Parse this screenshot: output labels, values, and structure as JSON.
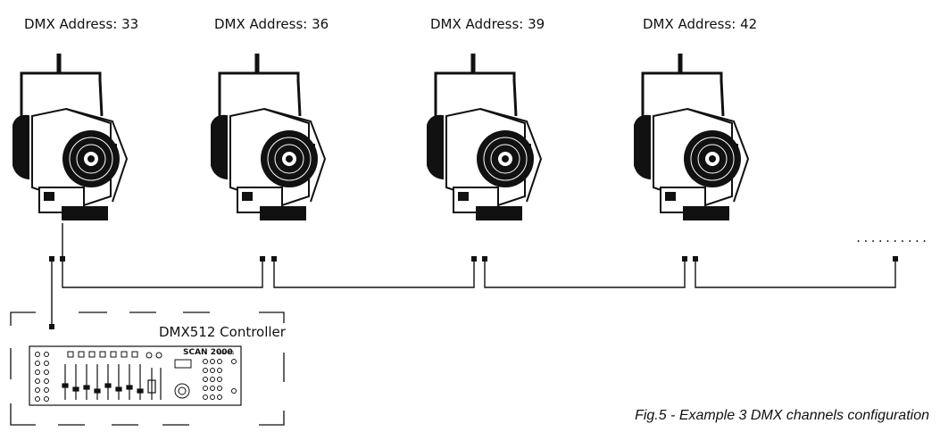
{
  "fixtures": [
    {
      "address_label": "DMX Address: 33"
    },
    {
      "address_label": "DMX Address: 36"
    },
    {
      "address_label": "DMX Address: 39"
    },
    {
      "address_label": "DMX Address: 42"
    }
  ],
  "controller": {
    "label": "DMX512 Controller",
    "brand": "SCAN 2000",
    "brand_sub": "LIGHTS"
  },
  "caption": "Fig.5 - Example 3 DMX channels configuration",
  "continuation": "..........",
  "colors": {
    "line": "#111111",
    "background": "#ffffff"
  }
}
